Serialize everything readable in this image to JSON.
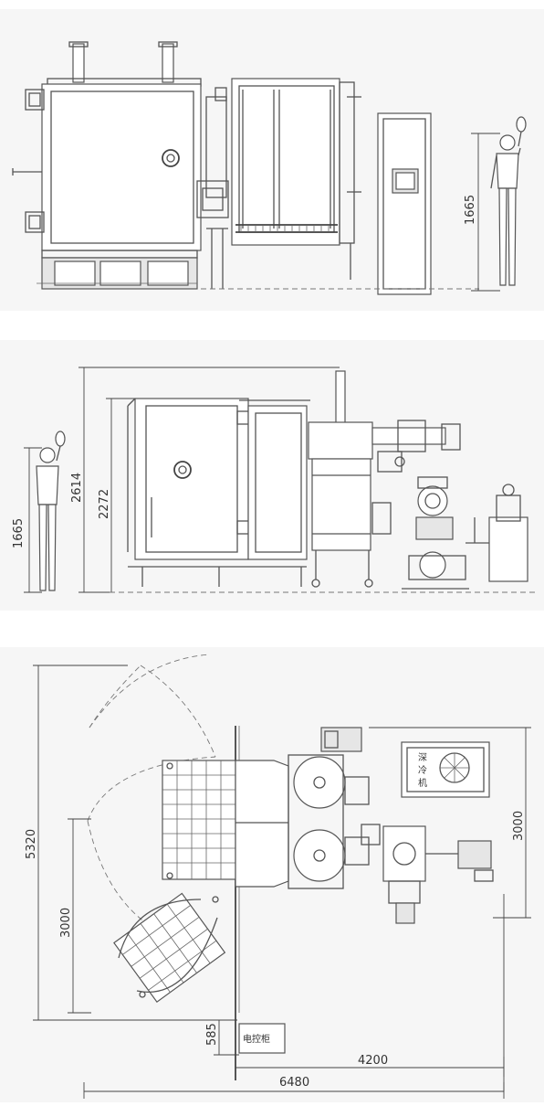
{
  "front_view": {
    "human_height": "1665"
  },
  "side_view": {
    "human_height": "1665",
    "overall_height": "2614",
    "chamber_height": "2272"
  },
  "top_view": {
    "total_depth": "5320",
    "lower_depth": "3000",
    "right_depth": "3000",
    "cabinet_offset": "585",
    "inner_width": "4200",
    "total_width": "6480",
    "chiller_label": "深冷机",
    "control_cabinet_label": "电控柜"
  }
}
